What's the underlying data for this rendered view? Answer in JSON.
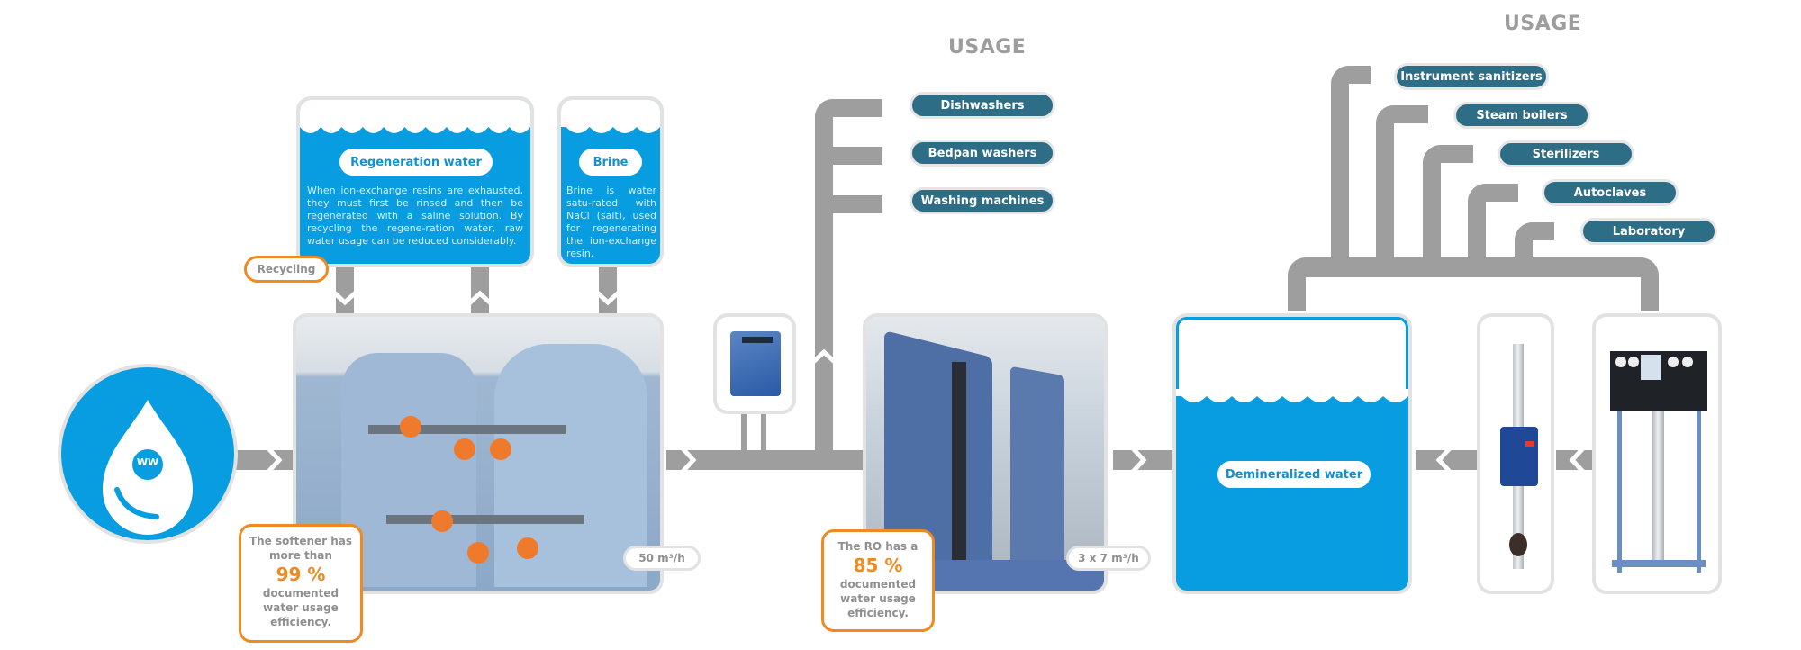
{
  "usage_groups": [
    {
      "title": "USAGE",
      "items": [
        "Dishwashers",
        "Bedpan washers",
        "Washing machines"
      ]
    },
    {
      "title": "USAGE",
      "items": [
        "Instrument sanitizers",
        "Steam boilers",
        "Sterilizers",
        "Autoclaves",
        "Laboratory"
      ]
    }
  ],
  "source": {
    "icon": "water-drop-icon",
    "label": "WW"
  },
  "regeneration_card": {
    "title": "Regeneration water",
    "text": "When ion-exchange resins are exhausted, they must first be rinsed and then be regenerated with a saline solution. By recycling the regene-ration water, raw  water usage can  be reduced considerably."
  },
  "brine_card": {
    "title": "Brine",
    "text": "Brine is water satu-rated with NaCl (salt), used for regenerating the ion-exchange resin."
  },
  "recycling_label": "Recycling",
  "softener": {
    "flow": "50 m³/h",
    "note_before": "The softener has more than",
    "percent": "99 %",
    "note_after": "documented water usage efficiency."
  },
  "ro": {
    "flow": "3 x 7 m³/h",
    "note_before": "The RO has a",
    "percent": "85 %",
    "note_after": "documented water usage efficiency."
  },
  "demineralized": {
    "label": "Demineralized water"
  },
  "colors": {
    "water_blue": "#079de0",
    "pipe_grey": "#9e9e9e",
    "usage_pill": "#2e6d86",
    "accent_orange": "#ee8a1f",
    "frame_grey": "#e2e2e2"
  }
}
